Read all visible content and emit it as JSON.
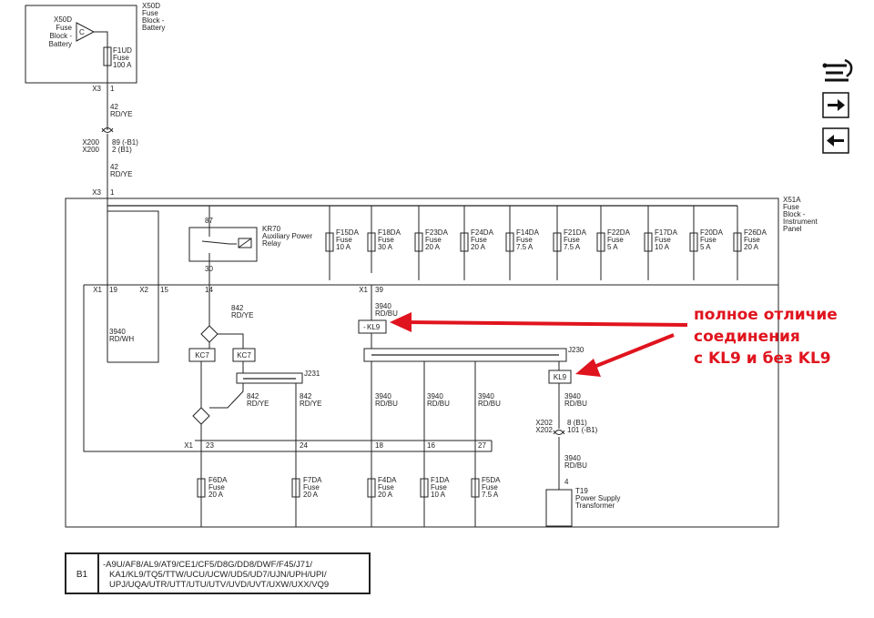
{
  "x50d": {
    "id": "X50D",
    "name_l1": "Fuse",
    "name_l2": "Block -",
    "name_l3": "Battery",
    "conn": "C",
    "side_id": "X50D",
    "side_l1": "Fuse",
    "side_l2": "Block -",
    "side_l3": "Battery"
  },
  "f1ud": {
    "id": "F1UD",
    "type": "Fuse",
    "rating": "100 A"
  },
  "x3_top": {
    "conn": "X3",
    "pin": "1"
  },
  "wire42a": {
    "circuit": "42",
    "color": "RD/YE"
  },
  "x200": {
    "c1": "X200",
    "c2": "X200",
    "p1": "89 (-B1)",
    "p2": "2 (B1)"
  },
  "wire42b": {
    "circuit": "42",
    "color": "RD/YE"
  },
  "x3_mid": {
    "conn": "X3",
    "pin": "1"
  },
  "x51a": {
    "id": "X51A",
    "l1": "Fuse",
    "l2": "Block -",
    "l3": "Instrument",
    "l4": "Panel"
  },
  "kr70": {
    "pin87": "87",
    "pin30": "30",
    "id": "KR70",
    "l1": "Auxiliary Power",
    "l2": "Relay"
  },
  "fuses_top": [
    {
      "id": "F15DA",
      "type": "Fuse",
      "rating": "10 A"
    },
    {
      "id": "F18DA",
      "type": "Fuse",
      "rating": "30 A"
    },
    {
      "id": "F23DA",
      "type": "Fuse",
      "rating": "20 A"
    },
    {
      "id": "F24DA",
      "type": "Fuse",
      "rating": "20 A"
    },
    {
      "id": "F14DA",
      "type": "Fuse",
      "rating": "7.5 A"
    },
    {
      "id": "F21DA",
      "type": "Fuse",
      "rating": "7.5 A"
    },
    {
      "id": "F22DA",
      "type": "Fuse",
      "rating": "5 A"
    },
    {
      "id": "F17DA",
      "type": "Fuse",
      "rating": "10 A"
    },
    {
      "id": "F20DA",
      "type": "Fuse",
      "rating": "5 A"
    },
    {
      "id": "F26DA",
      "type": "Fuse",
      "rating": "20 A"
    }
  ],
  "x1_left": {
    "conn": "X1",
    "pin": "19"
  },
  "x2": {
    "conn": "X2",
    "pin_a": "15",
    "pin_b": "14"
  },
  "x1_mid": {
    "conn": "X1",
    "pin": "39"
  },
  "wire842a": {
    "circuit": "842",
    "color": "RD/YE"
  },
  "wire3940wh": {
    "circuit": "3940",
    "color": "RD/WH"
  },
  "wire3940top": {
    "circuit": "3940",
    "color": "RD/BU"
  },
  "kl9_top": "KL9",
  "kc7_left": "KC7",
  "kc7_right": "KC7",
  "j231": "J231",
  "j230": "J230",
  "kl9_right": "KL9",
  "wire842b": {
    "circuit": "842",
    "color": "RD/YE"
  },
  "wire842c": {
    "circuit": "842",
    "color": "RD/YE"
  },
  "wires3940": [
    {
      "circuit": "3940",
      "color": "RD/BU"
    },
    {
      "circuit": "3940",
      "color": "RD/BU"
    },
    {
      "circuit": "3940",
      "color": "RD/BU"
    },
    {
      "circuit": "3940",
      "color": "RD/BU"
    }
  ],
  "x202": {
    "c1": "X202",
    "c2": "X202",
    "p1": "8 (B1)",
    "p2": "101 (-B1)"
  },
  "wire3940t19": {
    "circuit": "3940",
    "color": "RD/BU"
  },
  "t19": {
    "pin": "4",
    "id": "T19",
    "l1": "Power Supply",
    "l2": "Transformer"
  },
  "x1_bottom": {
    "conn": "X1",
    "pins": [
      "23",
      "24",
      "18",
      "16",
      "27"
    ]
  },
  "fuses_bottom": [
    {
      "id": "F6DA",
      "type": "Fuse",
      "rating": "20 A"
    },
    {
      "id": "F7DA",
      "type": "Fuse",
      "rating": "20 A"
    },
    {
      "id": "F4DA",
      "type": "Fuse",
      "rating": "20 A"
    },
    {
      "id": "F1DA",
      "type": "Fuse",
      "rating": "10 A"
    },
    {
      "id": "F5DA",
      "type": "Fuse",
      "rating": "7.5 A"
    }
  ],
  "annotation": {
    "l1": "полное отличие",
    "l2": "соединения",
    "l3": "с KL9 и без KL9",
    "color": "#e0141e"
  },
  "legend": {
    "key": "B1",
    "l1": "-A9U/AF8/AL9/AT9/CE1/CF5/D8G/DD8/DWF/F45/J71/",
    "l2": "KA1/KL9/TQ5/TTW/UCU/UCW/UD5/UD7/UJN/UPH/UPI/",
    "l3": "UPJ/UQA/UTR/UTT/UTU/UTV/UVD/UVT/UXW/UXX/VQ9"
  },
  "nav": {
    "icon1": "wiring-harness-icon",
    "icon2": "arrow-right-icon",
    "icon3": "arrow-left-icon"
  }
}
